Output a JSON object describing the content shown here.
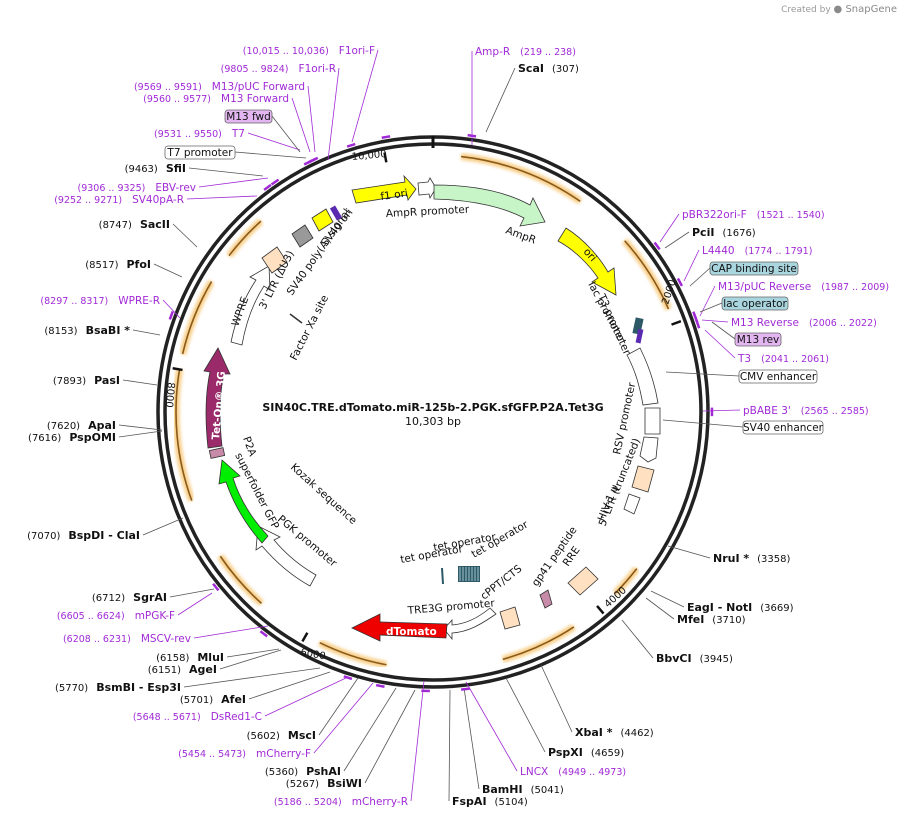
{
  "credit": {
    "prefix": "Created by",
    "brand": "SnapGene"
  },
  "plasmid": {
    "name": "SIN40C.TRE.dTomato.miR-125b-2.PGK.sfGFP.P2A.Tet3G",
    "length_label": "10,303 bp"
  },
  "ticks": [
    "2000",
    "4000",
    "6000",
    "8000",
    "10,000"
  ],
  "cut_sites": [
    {
      "name": "ScaI",
      "pos": "(307)"
    },
    {
      "name": "PciI",
      "pos": "(1676)"
    },
    {
      "name": "NruI *",
      "pos": "(3358)"
    },
    {
      "name": "EagI",
      "name2": "NotI",
      "pos": "(3669)"
    },
    {
      "name": "MfeI",
      "pos": "(3710)"
    },
    {
      "name": "BbvCI",
      "pos": "(3945)"
    },
    {
      "name": "XbaI *",
      "pos": "(4462)"
    },
    {
      "name": "PspXI",
      "pos": "(4659)"
    },
    {
      "name": "BamHI",
      "pos": "(5041)"
    },
    {
      "name": "FspAI",
      "pos": "(5104)"
    },
    {
      "name": "BsiWI",
      "pos": "(5267)"
    },
    {
      "name": "PshAI",
      "pos": "(5360)"
    },
    {
      "name": "MscI",
      "pos": "(5602)"
    },
    {
      "name": "AfeI",
      "pos": "(5701)"
    },
    {
      "name": "BsmBI",
      "name2": "Esp3I",
      "pos": "(5770)"
    },
    {
      "name": "AgeI",
      "pos": "(6151)"
    },
    {
      "name": "MluI",
      "pos": "(6158)"
    },
    {
      "name": "SgrAI",
      "pos": "(6712)"
    },
    {
      "name": "BspDI",
      "name2": "ClaI",
      "pos": "(7070)"
    },
    {
      "name": "PspOMI",
      "pos": "(7616)"
    },
    {
      "name": "ApaI",
      "pos": "(7620)"
    },
    {
      "name": "PasI",
      "pos": "(7893)"
    },
    {
      "name": "BsaBI *",
      "pos": "(8153)"
    },
    {
      "name": "PfoI",
      "pos": "(8517)"
    },
    {
      "name": "SacII",
      "pos": "(8747)"
    },
    {
      "name": "SfiI",
      "pos": "(9463)"
    }
  ],
  "primers": [
    {
      "name": "Amp-R",
      "pos": "(219 .. 238)"
    },
    {
      "name": "pBR322ori-F",
      "pos": "(1521 .. 1540)"
    },
    {
      "name": "L4440",
      "pos": "(1774 .. 1791)"
    },
    {
      "name": "M13/pUC Reverse",
      "pos": "(1987 .. 2009)"
    },
    {
      "name": "M13 Reverse",
      "pos": "(2006 .. 2022)"
    },
    {
      "name": "T3",
      "pos": "(2041 .. 2061)"
    },
    {
      "name": "pBABE 3'",
      "pos": "(2565 .. 2585)"
    },
    {
      "name": "LNCX",
      "pos": "(4949 .. 4973)"
    },
    {
      "name": "mCherry-R",
      "pos": "(5186 .. 5204)"
    },
    {
      "name": "mCherry-F",
      "pos": "(5454 .. 5473)"
    },
    {
      "name": "DsRed1-C",
      "pos": "(5648 .. 5671)"
    },
    {
      "name": "MSCV-rev",
      "pos": "(6208 .. 6231)"
    },
    {
      "name": "mPGK-F",
      "pos": "(6605 .. 6624)"
    },
    {
      "name": "WPRE-R",
      "pos": "(8297 .. 8317)"
    },
    {
      "name": "SV40pA-R",
      "pos": "(9252 .. 9271)"
    },
    {
      "name": "EBV-rev",
      "pos": "(9306 .. 9325)"
    },
    {
      "name": "T7",
      "pos": "(9531 .. 9550)"
    },
    {
      "name": "M13 Forward",
      "pos": "(9560 .. 9577)"
    },
    {
      "name": "M13/pUC Forward",
      "pos": "(9569 .. 9591)"
    },
    {
      "name": "F1ori-R",
      "pos": "(9805 .. 9824)"
    },
    {
      "name": "F1ori-F",
      "pos": "(10,015 .. 10,036)"
    }
  ],
  "boxed_labels": [
    {
      "text": "CAP binding site",
      "style": "teal"
    },
    {
      "text": "lac operator",
      "style": "teal"
    },
    {
      "text": "M13 rev",
      "style": "violet"
    },
    {
      "text": "CMV enhancer",
      "style": "plain"
    },
    {
      "text": "SV40 enhancer",
      "style": "plain"
    },
    {
      "text": "M13 fwd",
      "style": "violet"
    },
    {
      "text": "T7 promoter",
      "style": "plain"
    }
  ],
  "features": {
    "f1_ori": "f1 ori",
    "ampr_promoter": "AmpR promoter",
    "ampr": "AmpR",
    "ori": "ori",
    "lac_promoter": "lac promoter",
    "t3_promoter": "T3 promoter",
    "rsv_promoter": "RSV promoter",
    "ltr5": "5' LTR (truncated)",
    "hiv_psi": "HIV-1 ψ",
    "gp41": "gp41 peptide",
    "rre": "RRE",
    "cppt": "cPPT/CTS",
    "tet_op_1": "tet operator",
    "tet_op_2": "tet operator",
    "tet_op_3": "tet operator",
    "tre3g": "TRE3G promoter",
    "dtomato": "dTomato",
    "pgk": "PGK promoter",
    "kozak": "Kozak sequence",
    "sfgfp": "superfolder GFP",
    "p2a": "P2A",
    "tet_on": "Tet-On® 3G",
    "wpre": "WPRE",
    "ltr3": "3' LTR (ΔU3)",
    "factor_xa": "Factor Xa site",
    "sv40_polya": "SV40 poly(A) signal",
    "sv40_ori": "SV40 ori"
  },
  "colors": {
    "ampr": "#c8f5c8",
    "ori": "#ffff00",
    "f1_ori": "#ffff00",
    "dtomato": "#ee0000",
    "sfgfp": "#00ee00",
    "tet_on": "#9b2a6b",
    "ltr": "#ffe0c0",
    "primer": "#a12ad6",
    "orf_arc": "#8b5a1b",
    "teal_box": "#a9d5df",
    "violet_box": "#e3b6f2"
  }
}
